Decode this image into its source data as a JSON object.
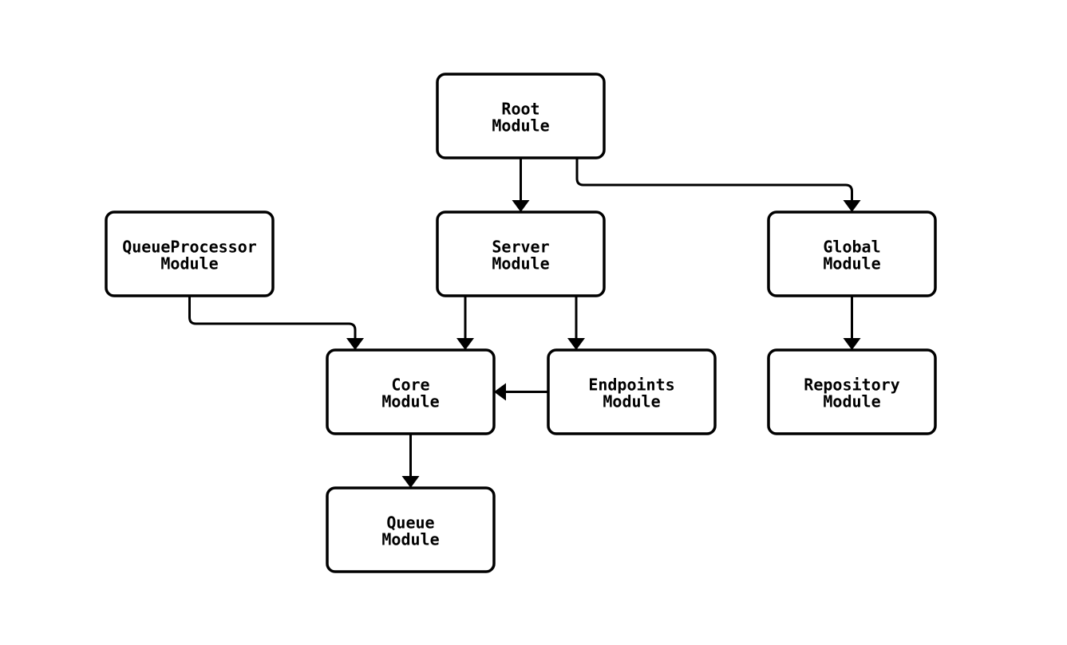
{
  "diagram": {
    "type": "module-dependency-graph",
    "colors": {
      "background": "#ffffff",
      "node_fill": "#ffffff",
      "node_border": "#000000",
      "edge": "#000000",
      "text": "#000000"
    },
    "nodes": {
      "root": {
        "line1": "Root",
        "line2": "Module"
      },
      "queue_processor": {
        "line1": "QueueProcessor",
        "line2": "Module"
      },
      "server": {
        "line1": "Server",
        "line2": "Module"
      },
      "global": {
        "line1": "Global",
        "line2": "Module"
      },
      "core": {
        "line1": "Core",
        "line2": "Module"
      },
      "endpoints": {
        "line1": "Endpoints",
        "line2": "Module"
      },
      "repository": {
        "line1": "Repository",
        "line2": "Module"
      },
      "queue": {
        "line1": "Queue",
        "line2": "Module"
      }
    },
    "edges": [
      {
        "from": "Root Module",
        "to": "Server Module"
      },
      {
        "from": "Root Module",
        "to": "Global Module"
      },
      {
        "from": "QueueProcessor Module",
        "to": "Core Module"
      },
      {
        "from": "Server Module",
        "to": "Core Module"
      },
      {
        "from": "Server Module",
        "to": "Endpoints Module"
      },
      {
        "from": "Endpoints Module",
        "to": "Core Module"
      },
      {
        "from": "Global Module",
        "to": "Repository Module"
      },
      {
        "from": "Core Module",
        "to": "Queue Module"
      }
    ]
  }
}
